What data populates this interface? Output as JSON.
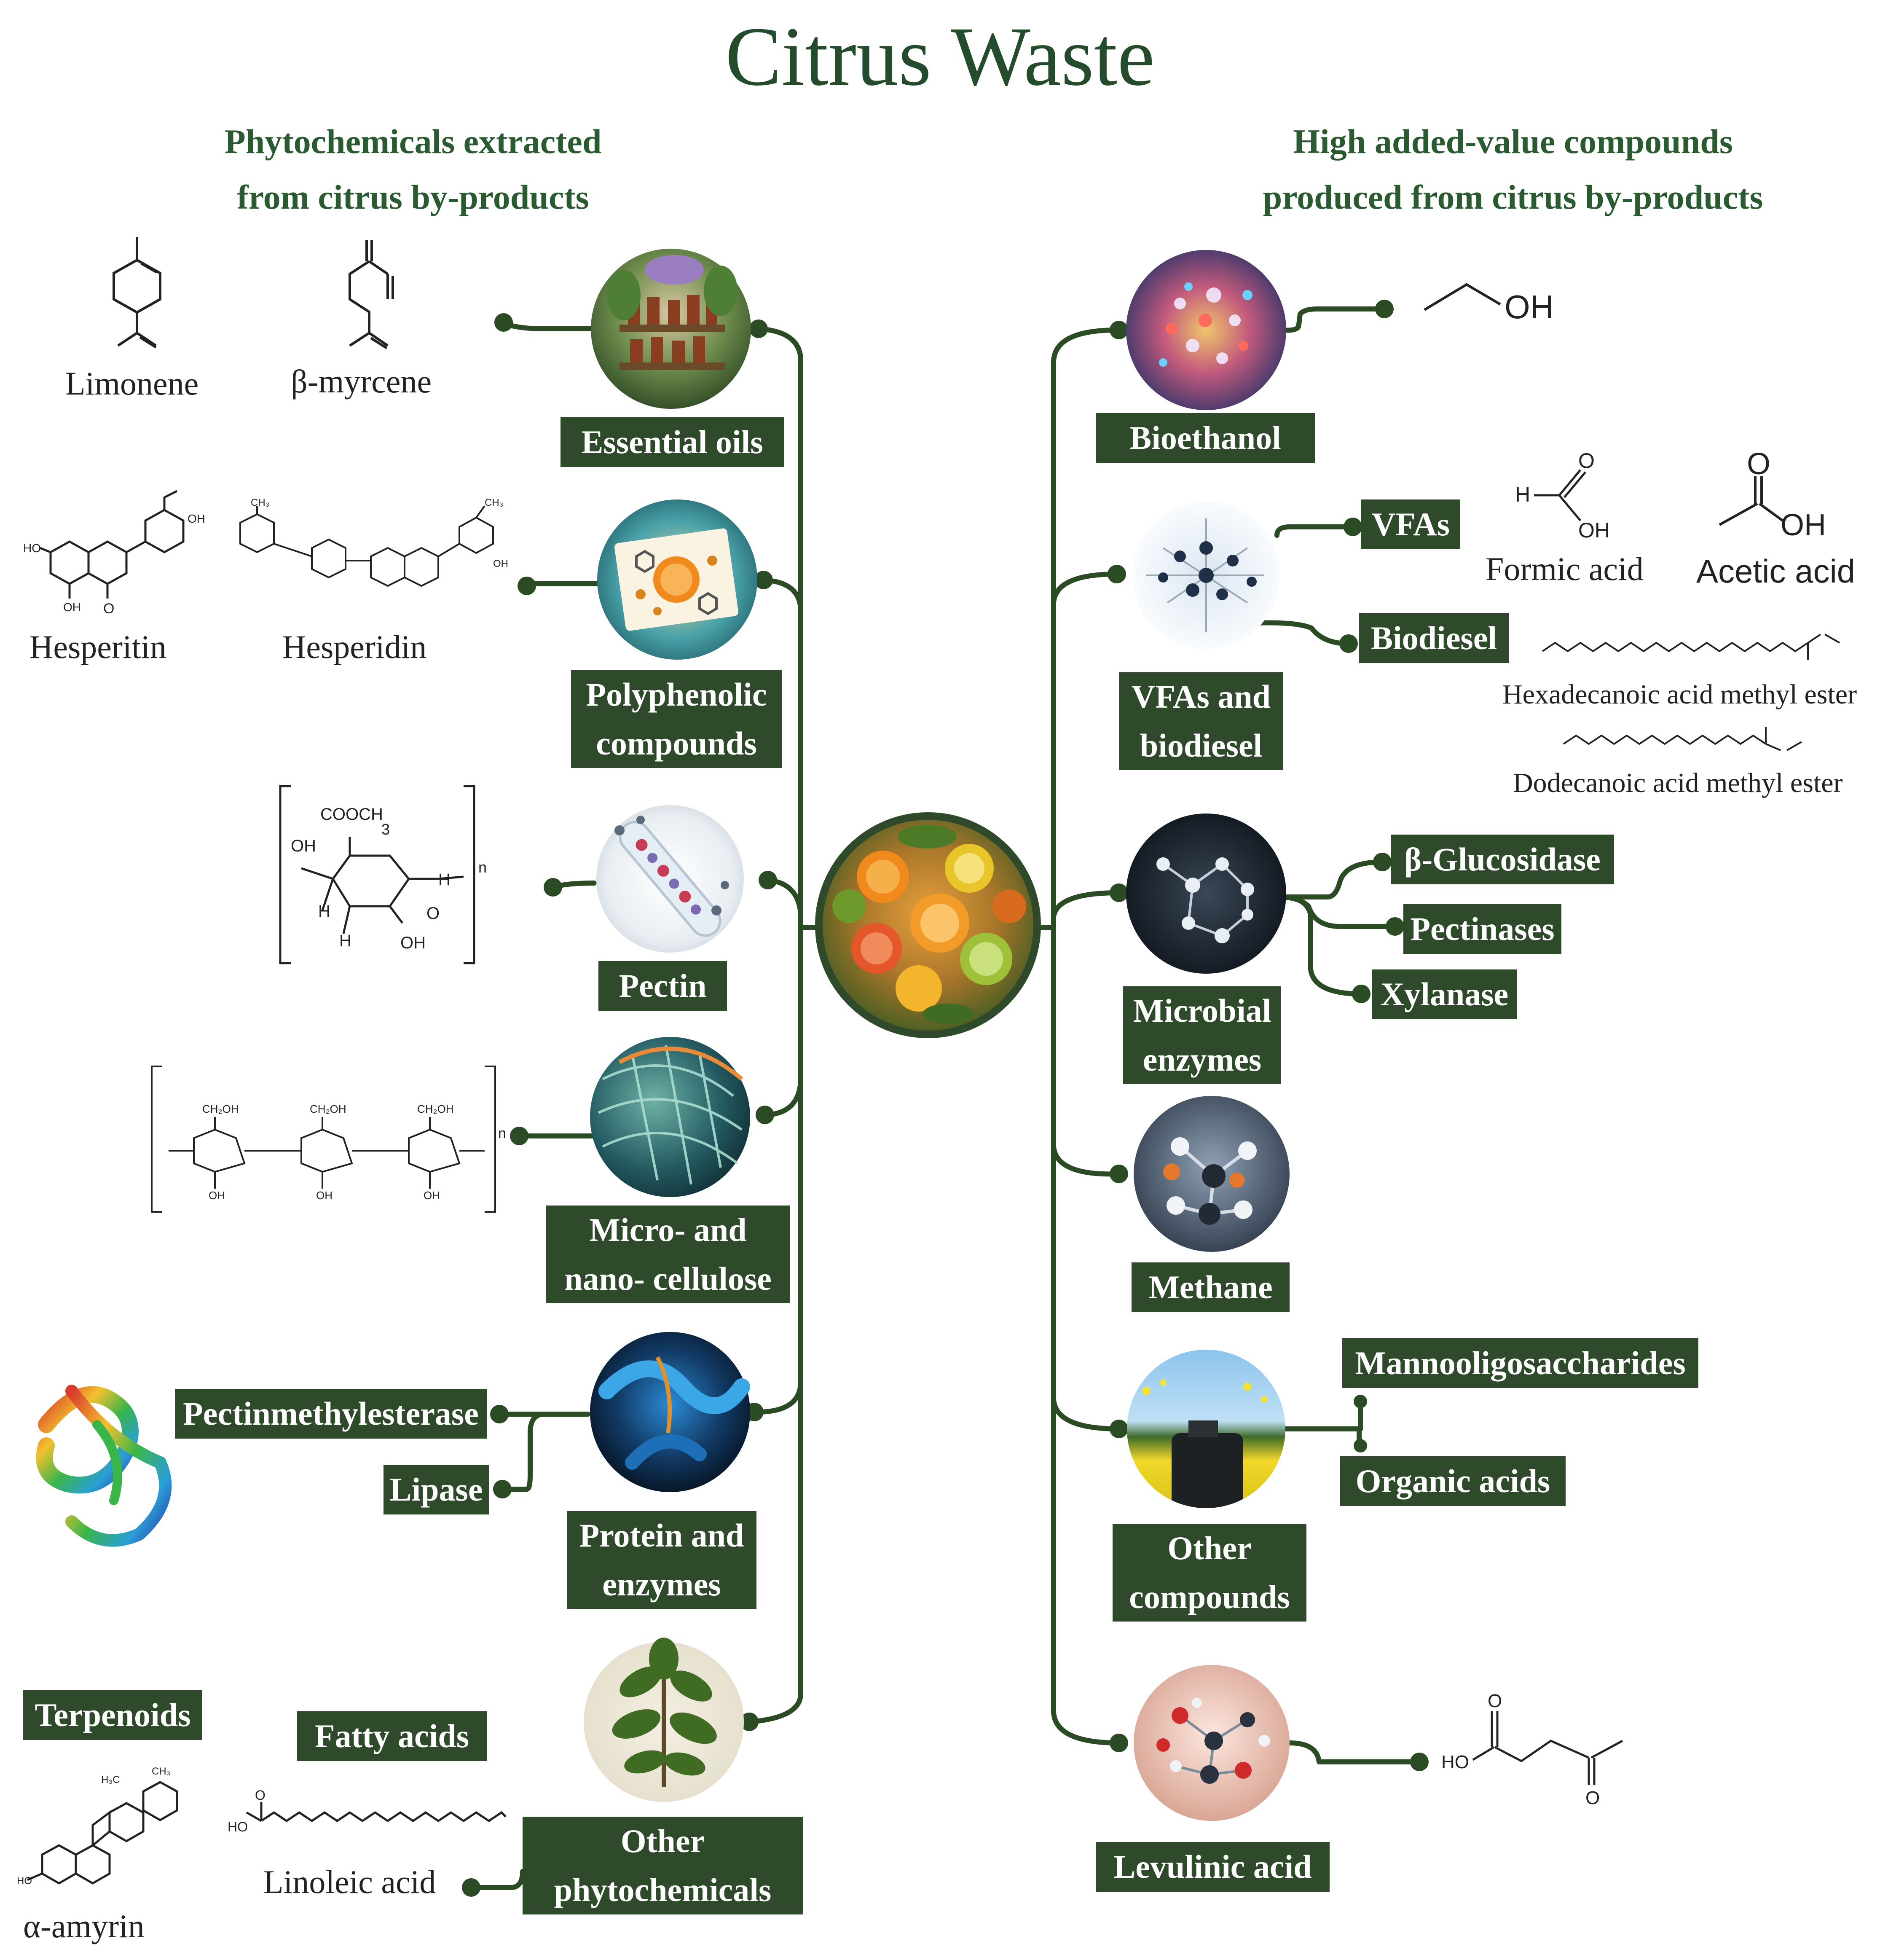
{
  "title": "Citrus Waste",
  "left_heading": [
    "Phytochemicals extracted",
    "from citrus by-products"
  ],
  "right_heading": [
    "High added-value compounds",
    "produced from citrus by-products"
  ],
  "colors": {
    "accent": "#2f4a2b",
    "title": "#244b2b",
    "line": "#2b4b25"
  },
  "left_categories": {
    "essential_oils": "Essential oils",
    "polyphenolic": [
      "Polyphenolic",
      "compounds"
    ],
    "pectin": "Pectin",
    "cellulose": [
      "Micro- and",
      "nano- cellulose"
    ],
    "protein": [
      "Protein and",
      "enzymes"
    ],
    "other_phyto": [
      "Other",
      "phytochemicals"
    ]
  },
  "left_items": {
    "limonene": "Limonene",
    "myrcene": "β-myrcene",
    "hesperitin": "Hesperitin",
    "hesperidin": "Hesperidin",
    "pectinmethylesterase": "Pectinmethylesterase",
    "lipase": "Lipase",
    "terpenoids": "Terpenoids",
    "fatty_acids": "Fatty acids",
    "linoleic": "Linoleic acid",
    "amyrin": "α-amyrin"
  },
  "right_categories": {
    "bioethanol": "Bioethanol",
    "vfas_biodiesel": [
      "VFAs and",
      "biodiesel"
    ],
    "microbial": [
      "Microbial",
      "enzymes"
    ],
    "methane": "Methane",
    "other_compounds": [
      "Other",
      "compounds"
    ],
    "levulinic": "Levulinic acid"
  },
  "right_items": {
    "vfas": "VFAs",
    "biodiesel": "Biodiesel",
    "formic": "Formic acid",
    "acetic": "Acetic acid",
    "hexadecanoic": "Hexadecanoic acid methyl ester",
    "dodecanoic": "Dodecanoic acid methyl ester",
    "glucosidase": "β-Glucosidase",
    "pectinases": "Pectinases",
    "xylanase": "Xylanase",
    "mannooligo": "Mannooligosaccharides",
    "organic_acids": "Organic acids"
  },
  "chem_text": {
    "oh": "OH",
    "h": "H",
    "o": "O",
    "ho": "HO",
    "cooch": "COOCH",
    "three": "3",
    "n": "n",
    "ch2oh": "CH₂OH",
    "ch3": "CH₃",
    "h3c": "H₃C"
  }
}
